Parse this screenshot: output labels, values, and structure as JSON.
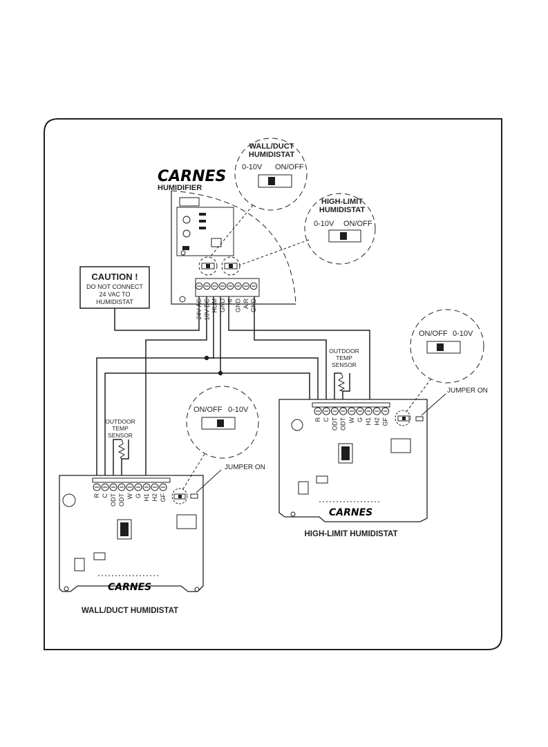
{
  "brand": {
    "name": "CARNES",
    "subtitle": "HUMIDIFIER"
  },
  "caution": {
    "title": "CAUTION !",
    "lines": [
      "DO NOT CONNECT",
      "24 VAC TO",
      "HUMIDISTAT"
    ]
  },
  "humidifier_terminals": [
    "24V AC",
    "18V DC",
    "HUM",
    "GND",
    "HI",
    "GND",
    "AIR",
    "GND"
  ],
  "callouts": {
    "wall_duct_switch": {
      "title_line1": "WALL/DUCT",
      "title_line2": "HUMIDISTAT",
      "left": "0-10V",
      "right": "ON/OFF"
    },
    "high_limit_switch": {
      "title_line1": "HIGH-LIMIT",
      "title_line2": "HUMIDISTAT",
      "left": "0-10V",
      "right": "ON/OFF"
    },
    "wall_board_switch": {
      "left": "ON/OFF",
      "right": "0-10V"
    },
    "high_board_switch": {
      "left": "ON/OFF",
      "right": "0-10V"
    }
  },
  "jumper_label": "JUMPER ON",
  "sensor_label": [
    "OUTDOOR",
    "TEMP",
    "SENSOR"
  ],
  "board_terminals": [
    "R",
    "C",
    "ODT",
    "ODT",
    "W",
    "G",
    "H1",
    "H2",
    "GF"
  ],
  "boards": {
    "wall_duct": {
      "caption": "WALL/DUCT HUMIDISTAT",
      "logo": "CARNES"
    },
    "high_limit": {
      "caption": "HIGH-LIMIT HUMIDISTAT",
      "logo": "CARNES"
    }
  },
  "colors": {
    "line": "#1e1e1e",
    "background": "#ffffff",
    "switch_fill": "#1e1e1e"
  }
}
